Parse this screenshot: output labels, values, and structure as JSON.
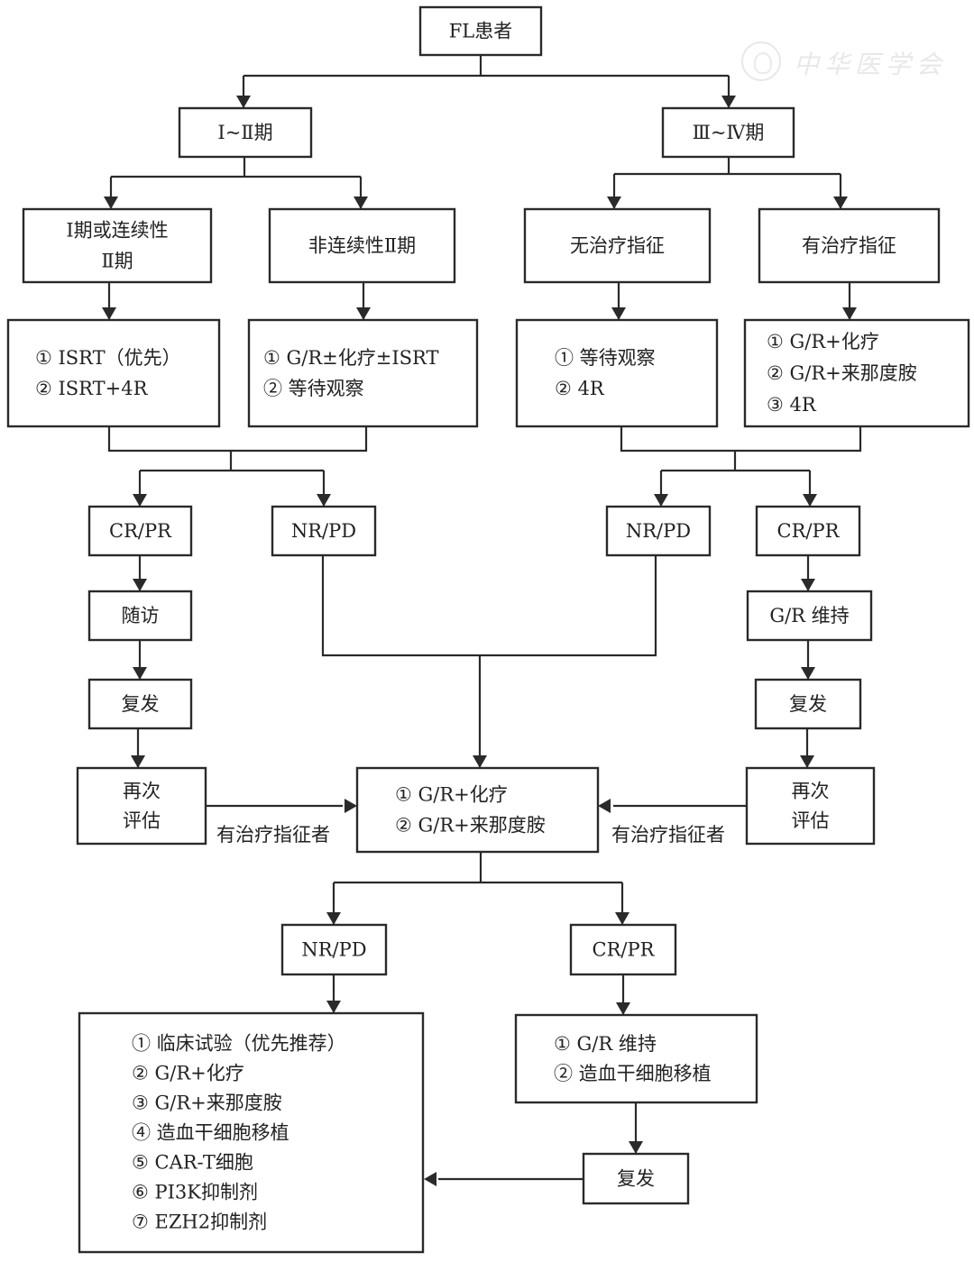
{
  "watermark": {
    "text": "中华医学会",
    "icon": "seal-logo-icon"
  },
  "colors": {
    "line": "#2a2a2a",
    "text": "#222222",
    "background": "#ffffff"
  },
  "nodes": {
    "root": {
      "lines": [
        "FL患者"
      ]
    },
    "stage_early": {
      "lines": [
        "Ⅰ~Ⅱ期"
      ]
    },
    "stage_late": {
      "lines": [
        "Ⅲ~Ⅳ期"
      ]
    },
    "early_contiguous": {
      "lines": [
        "Ⅰ期或连续性",
        "Ⅱ期"
      ]
    },
    "early_noncontiguous": {
      "lines": [
        "非连续性Ⅱ期"
      ]
    },
    "late_no_indication": {
      "lines": [
        "无治疗指征"
      ]
    },
    "late_indication": {
      "lines": [
        "有治疗指征"
      ]
    },
    "tx_contiguous": {
      "lines": [
        "① ISRT（优先）",
        "② ISRT+4R"
      ]
    },
    "tx_noncontiguous": {
      "lines": [
        "① G/R±化疗±ISRT",
        "② 等待观察"
      ]
    },
    "tx_no_indication": {
      "lines": [
        "① 等待观察",
        "② 4R"
      ]
    },
    "tx_indication": {
      "lines": [
        "① G/R+化疗",
        "② G/R+来那度胺",
        "③ 4R"
      ]
    },
    "left_crpr": {
      "lines": [
        "CR/PR"
      ]
    },
    "left_nrpd": {
      "lines": [
        "NR/PD"
      ]
    },
    "right_nrpd": {
      "lines": [
        "NR/PD"
      ]
    },
    "right_crpr": {
      "lines": [
        "CR/PR"
      ]
    },
    "left_followup": {
      "lines": [
        "随访"
      ]
    },
    "right_maintenance": {
      "lines": [
        "G/R 维持"
      ]
    },
    "left_relapse": {
      "lines": [
        "复发"
      ]
    },
    "right_relapse": {
      "lines": [
        "复发"
      ]
    },
    "left_reassess": {
      "lines": [
        "再次",
        "评估"
      ]
    },
    "right_reassess": {
      "lines": [
        "再次",
        "评估"
      ]
    },
    "second_line": {
      "lines": [
        "① G/R+化疗",
        "② G/R+来那度胺"
      ]
    },
    "bottom_nrpd": {
      "lines": [
        "NR/PD"
      ]
    },
    "bottom_crpr": {
      "lines": [
        "CR/PR"
      ]
    },
    "salvage": {
      "lines": [
        "① 临床试验（优先推荐）",
        "② G/R+化疗",
        "③ G/R+来那度胺",
        "④ 造血干细胞移植",
        "⑤ CAR-T细胞",
        "⑥ PI3K抑制剂",
        "⑦ EZH2抑制剂"
      ]
    },
    "consolidation": {
      "lines": [
        "① G/R 维持",
        "② 造血干细胞移植"
      ]
    },
    "bottom_relapse": {
      "lines": [
        "复发"
      ]
    }
  },
  "edge_labels": {
    "left_indicated": "有治疗指征者",
    "right_indicated": "有治疗指征者"
  }
}
